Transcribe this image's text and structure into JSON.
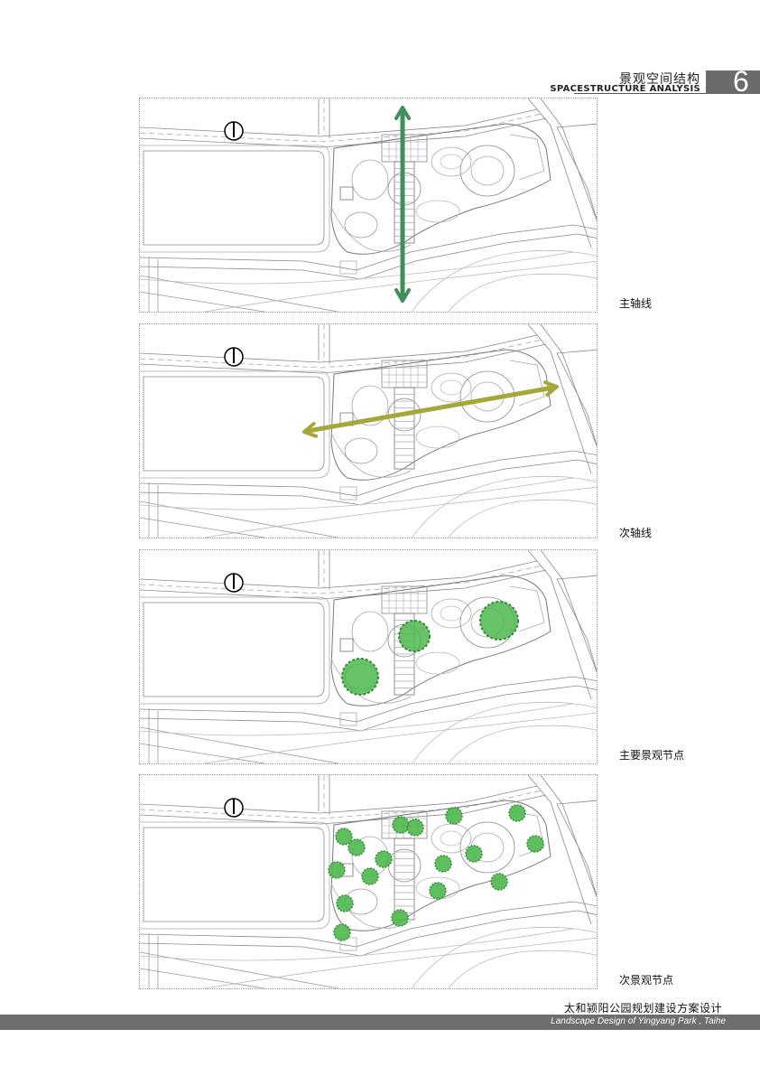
{
  "header": {
    "title_cn": "景观空间结构",
    "title_en": "SPACESTRUCTURE ANALYSIS",
    "page_number": "6"
  },
  "panels": [
    {
      "caption": "主轴线",
      "overlay": "main-axis",
      "color": "#3f8f5a"
    },
    {
      "caption": "次轴线",
      "overlay": "secondary-axis",
      "color": "#a5a838"
    },
    {
      "caption": "主要景观节点",
      "overlay": "major-nodes",
      "color": "#4cb84c",
      "node_count": 3
    },
    {
      "caption": "次景观节点",
      "overlay": "minor-nodes",
      "color": "#4cb84c",
      "node_count": 17
    }
  ],
  "footer": {
    "title_cn": "太和颍阳公园规划建设方案设计",
    "title_en": "Landscape Design of Yingyang Park , Taihe"
  },
  "icons": [
    "north-arrow-icon"
  ]
}
